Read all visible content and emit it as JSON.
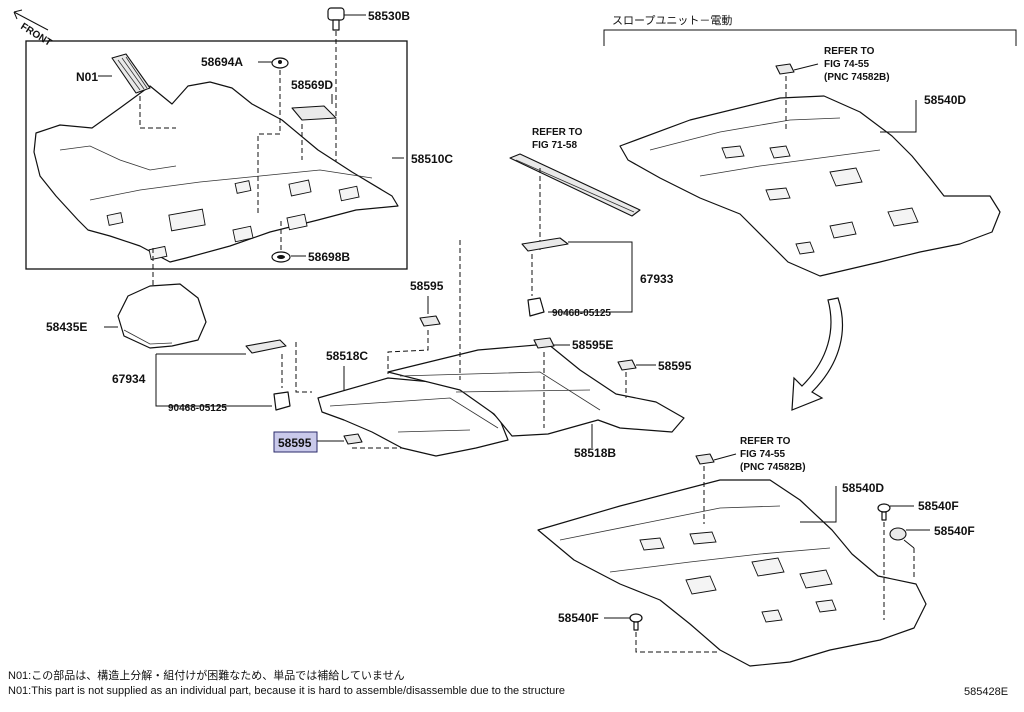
{
  "labels": {
    "front": "FRONT",
    "p58530B": "58530B",
    "p58694A": "58694A",
    "pN01": "N01",
    "p58569D": "58569D",
    "p58510C": "58510C",
    "p58698B": "58698B",
    "p58435E": "58435E",
    "p67934": "67934",
    "p90468_left": "90468-05125",
    "p58595_highlight": "58595",
    "p58518C": "58518C",
    "p58595_a": "58595",
    "p58595_b": "58595",
    "p58595E": "58595E",
    "p58518B": "58518B",
    "p67933": "67933",
    "p90468_right": "90468-05125",
    "p58540D_top": "58540D",
    "p58540D_bottom": "58540D",
    "p58540F_a": "58540F",
    "p58540F_b": "58540F",
    "p58540F_c": "58540F"
  },
  "callouts": {
    "refer71_line1": "REFER TO",
    "refer71_line2": "FIG 71-58",
    "refer74_top_line1": "REFER TO",
    "refer74_top_line2": "FIG 74-55",
    "refer74_top_line3": "(PNC 74582B)",
    "refer74_bot_line1": "REFER TO",
    "refer74_bot_line2": "FIG 74-55",
    "refer74_bot_line3": "(PNC 74582B)"
  },
  "variant_label": "スロープユニット－電動",
  "footnote_jp": "N01:この部品は、構造上分解・組付けが困難なため、単品では補給していません",
  "footnote_en": "N01:This part is not supplied as an individual part, because it is hard to assemble/disassemble due to the structure",
  "figure_id": "585428E",
  "highlight_color": "#c9c9ea"
}
